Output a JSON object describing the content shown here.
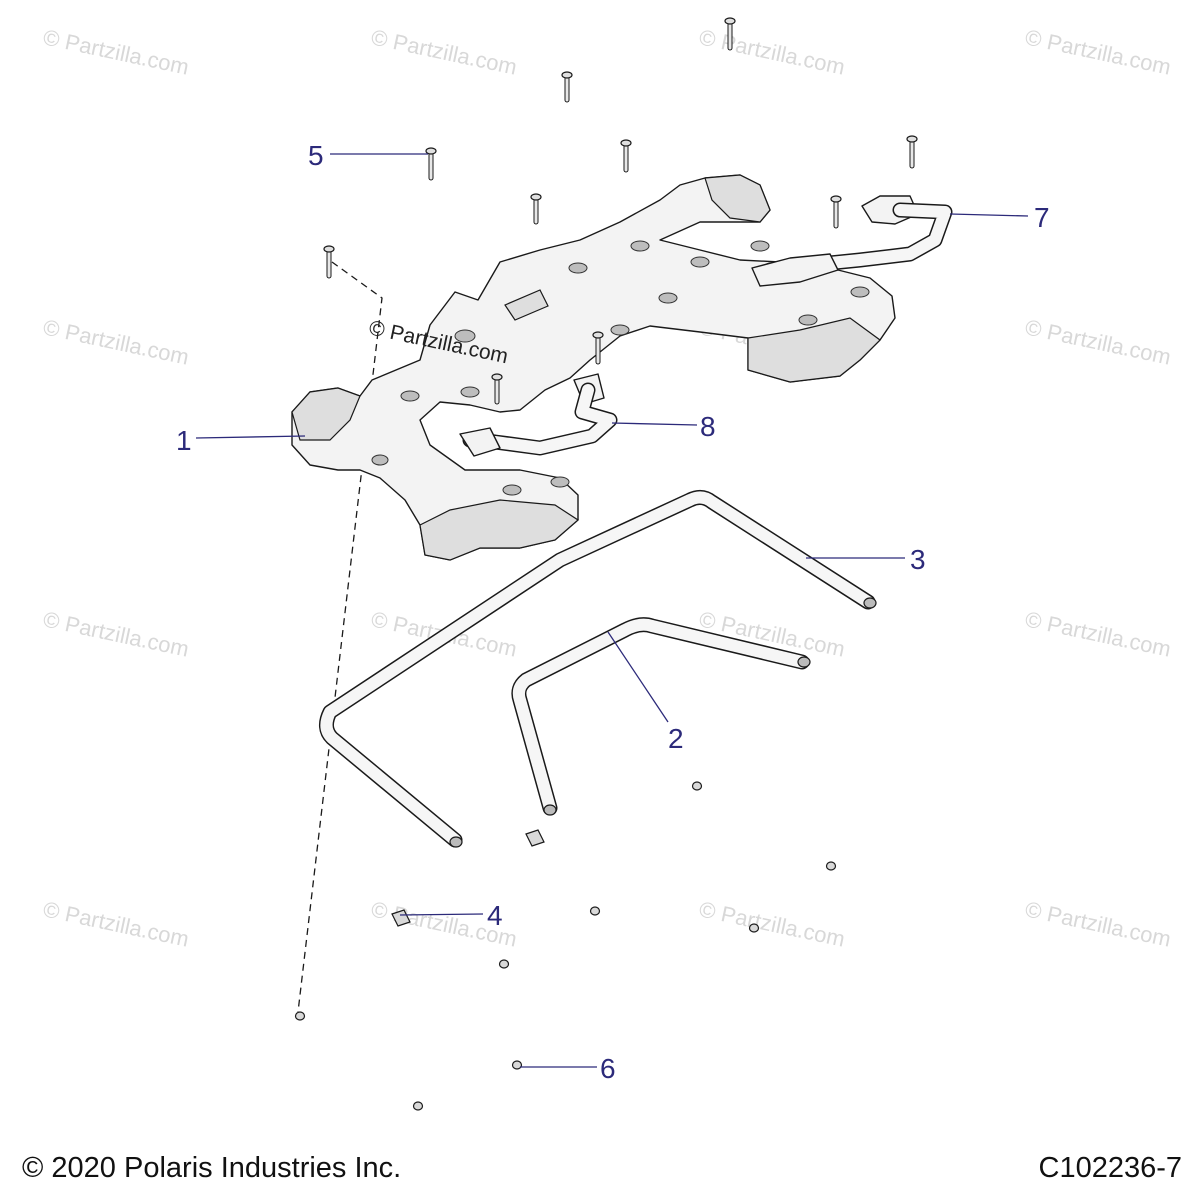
{
  "watermark": {
    "text": "© Partzilla.com",
    "center_text": "© Partzilla.com"
  },
  "callouts": [
    "1",
    "2",
    "3",
    "4",
    "5",
    "6",
    "7",
    "8"
  ],
  "footer": {
    "copyright": "© 2020 Polaris Industries Inc.",
    "diagram_id": "C102236-7"
  },
  "colors": {
    "callout": "#2c2a7a",
    "watermark": "#d8d8d8",
    "line": "#1a1a1a"
  }
}
